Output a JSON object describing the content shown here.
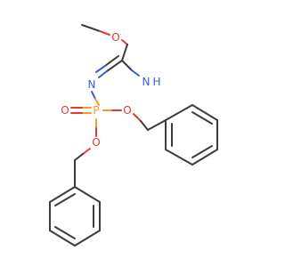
{
  "molecule": {
    "atoms": {
      "methoxy_o": "O",
      "imine_n": "N",
      "amine_n": "N",
      "amine_h": "H",
      "phosphorus": "P",
      "oxo_o": "O",
      "ester_o_right": "O",
      "ester_o_lower": "O"
    },
    "colors": {
      "carbon_bond": "#3c3c3c",
      "oxygen": "#e53935",
      "nitrogen": "#3b5bdb",
      "phosphorus": "#f29a2e",
      "background": "#ffffff"
    }
  }
}
